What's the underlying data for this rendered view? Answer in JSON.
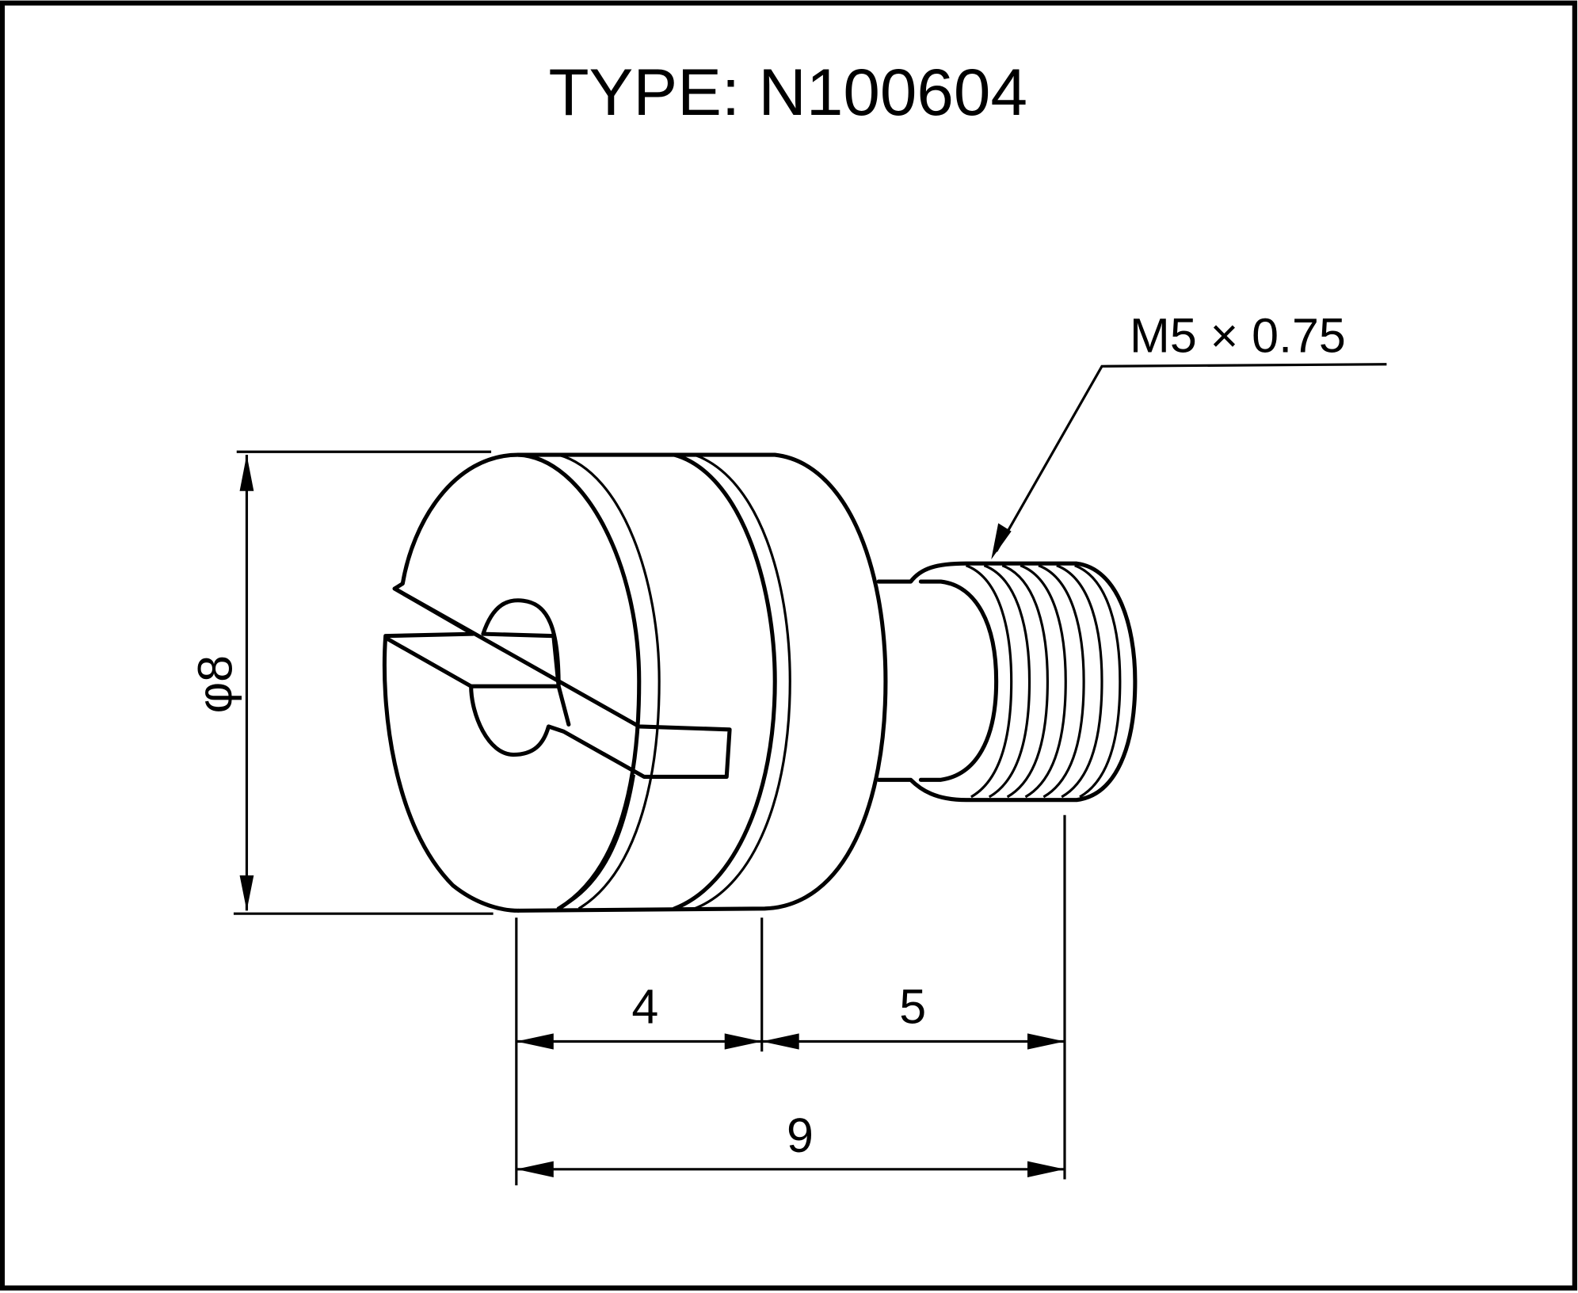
{
  "title": "TYPE: N100604",
  "thread_callout": "M5 × 0.75",
  "dimensions": {
    "diameter": "φ8",
    "head_length": "4",
    "thread_length": "5",
    "total_length": "9"
  }
}
